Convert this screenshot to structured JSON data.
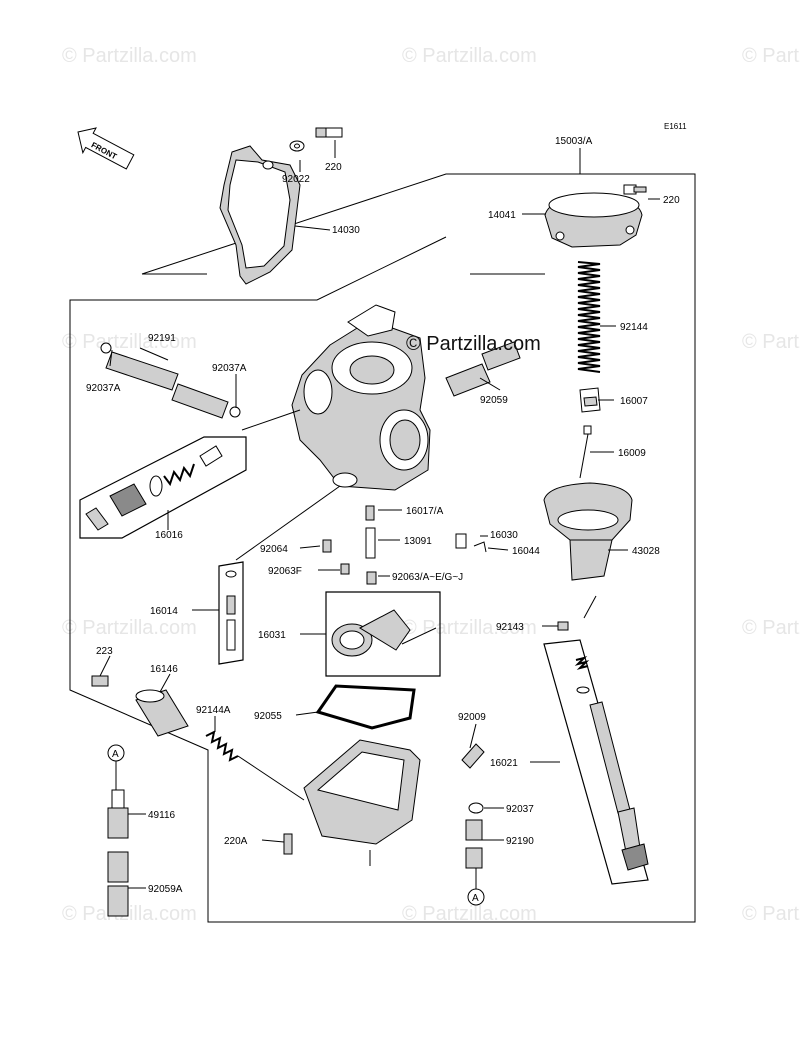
{
  "diagram": {
    "code": "E1611",
    "front_label": "FRONT",
    "watermarks": {
      "text": "© Partzilla.com",
      "center_text": "© Partzilla.com"
    },
    "parts": {
      "p15003A": "15003/A",
      "p220_top": "220",
      "p92022": "92022",
      "p14030": "14030",
      "p14041": "14041",
      "p220_cap": "220",
      "p92144": "92144",
      "p92191": "92191",
      "p92037A_l": "92037A",
      "p92037A_r": "92037A",
      "p92059": "92059",
      "p16007": "16007",
      "p16009": "16009",
      "p16016": "16016",
      "p16017A": "16017/A",
      "p16030": "16030",
      "p92064": "92064",
      "p13091": "13091",
      "p16044": "16044",
      "p43028": "43028",
      "p92063F": "92063F",
      "p92063A": "92063/A~E/G~J",
      "p16014": "16014",
      "p16031": "16031",
      "p92143": "92143",
      "p223": "223",
      "p16146": "16146",
      "p92144A": "92144A",
      "p92055": "92055",
      "p92009": "92009",
      "p16021": "16021",
      "p49116": "49116",
      "p92037": "92037",
      "p220A": "220A",
      "p92190": "92190",
      "p92059A": "92059A",
      "refA_top": "A",
      "refA_bottom": "A"
    },
    "colors": {
      "line": "#000000",
      "watermark": "#e6e6e6",
      "part_fill_light": "#cfcfcf",
      "part_fill_dark": "#8a8a8a"
    }
  }
}
